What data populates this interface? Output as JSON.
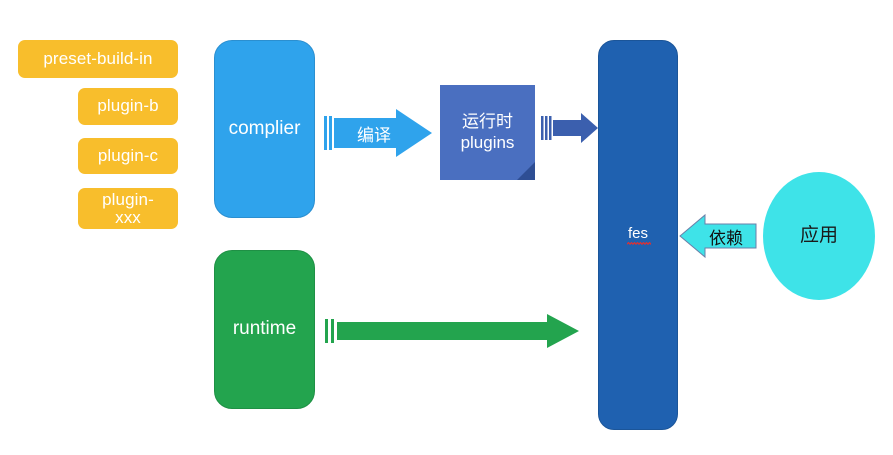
{
  "diagram": {
    "title": "fes architecture flow",
    "colors": {
      "orange": "#f8be2c",
      "light_blue": "#2fa3ec",
      "green": "#23a44e",
      "dark_blue": "#1f61b0",
      "mid_blue": "#4a6fc0",
      "arrow_blue": "#3b5fae",
      "cyan": "#3ee3e8",
      "white": "#ffffff",
      "black": "#111111",
      "fold_shadow": "#2e4e94",
      "squiggle_red": "#e03131"
    },
    "plugins": [
      {
        "label": "preset-build-in"
      },
      {
        "label": "plugin-b"
      },
      {
        "label": "plugin-c"
      },
      {
        "label_line1": "plugin-",
        "label_line2": "xxx"
      }
    ],
    "stages": {
      "complier": "complier",
      "runtime": "runtime",
      "fes": "fes"
    },
    "runtime_plugins": {
      "line1": "运行时",
      "line2": "plugins"
    },
    "application": "应用",
    "arrows": {
      "compile": "编译",
      "plugins_to_fes": "",
      "runtime_to_fes": "",
      "dependency": "依赖"
    }
  }
}
